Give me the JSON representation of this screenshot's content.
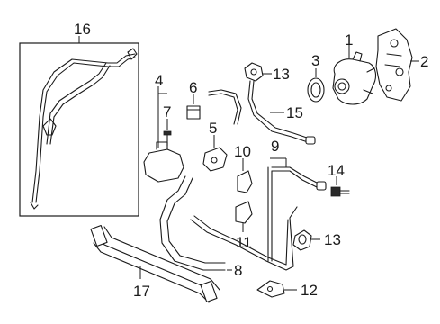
{
  "callouts": {
    "c1": "1",
    "c2": "2",
    "c3": "3",
    "c4": "4",
    "c5": "5",
    "c6": "6",
    "c7": "7",
    "c8": "8",
    "c9": "9",
    "c10": "10",
    "c11": "11",
    "c12": "12",
    "c13a": "13",
    "c13b": "13",
    "c14": "14",
    "c15": "15",
    "c16": "16",
    "c17": "17"
  }
}
